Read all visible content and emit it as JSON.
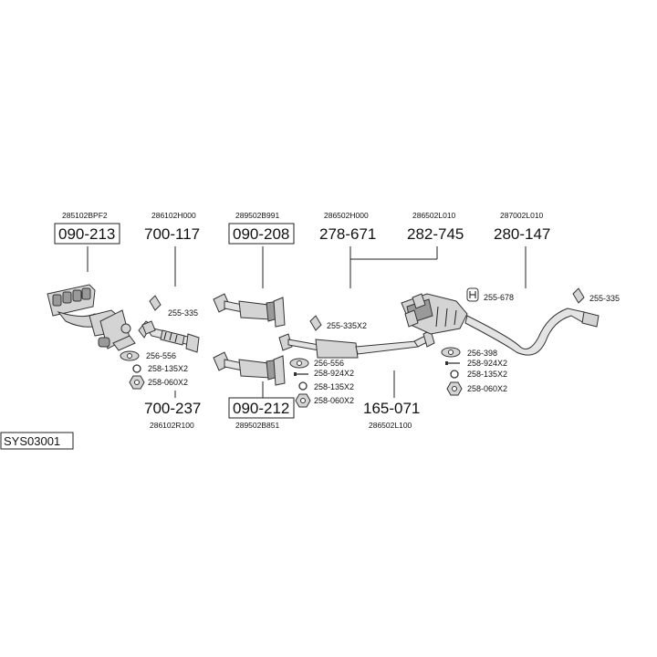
{
  "system_code": "SYS03001",
  "assemblies": [
    {
      "pn": "090-213",
      "oem": "285102BPF2",
      "boxed": true
    },
    {
      "pn": "700-117",
      "oem": "286102H000",
      "boxed": false
    },
    {
      "pn": "090-208",
      "oem": "289502B991",
      "boxed": true
    },
    {
      "pn": "278-671",
      "oem": "286502H000",
      "boxed": false
    },
    {
      "pn": "282-745",
      "oem": "286502L010",
      "boxed": false
    },
    {
      "pn": "280-147",
      "oem": "287002L010",
      "boxed": false
    },
    {
      "pn": "700-237",
      "oem": "286102R100",
      "boxed": false
    },
    {
      "pn": "090-212",
      "oem": "289502B851",
      "boxed": true
    },
    {
      "pn": "165-071",
      "oem": "286502L100",
      "boxed": false
    }
  ],
  "accessories": {
    "a1": "255-335",
    "a2": "256-556",
    "a3": "258-135X2",
    "a4": "258-060X2",
    "b1": "255-335X2",
    "b2": "256-556",
    "b3": "258-924X2",
    "b4": "258-135X2",
    "b5": "258-060X2",
    "c1": "255-678",
    "c2": "255-335",
    "d1": "256-398",
    "d2": "258-924X2",
    "d3": "258-135X2",
    "d4": "258-060X2"
  },
  "icons": [
    "rubber-hanger-icon",
    "gasket-icon",
    "spring-washer-icon",
    "hex-nut-icon",
    "bolt-icon",
    "h-bracket-icon"
  ]
}
